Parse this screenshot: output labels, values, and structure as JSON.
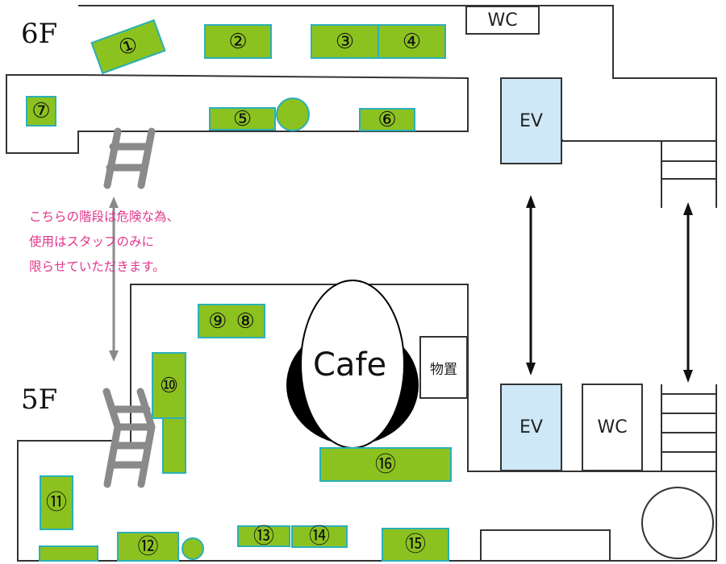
{
  "floors": [
    {
      "label": "6F",
      "booths": [
        {
          "id": "1",
          "number": "①"
        },
        {
          "id": "2",
          "number": "②"
        },
        {
          "id": "3",
          "number": "③"
        },
        {
          "id": "4",
          "number": "④"
        },
        {
          "id": "5",
          "number": "⑤"
        },
        {
          "id": "6",
          "number": "⑥"
        },
        {
          "id": "7",
          "number": "⑦"
        }
      ],
      "rooms": {
        "wc": "WC",
        "ev": "EV"
      }
    },
    {
      "label": "5F",
      "booths": [
        {
          "id": "8",
          "number": "⑧"
        },
        {
          "id": "9",
          "number": "⑨"
        },
        {
          "id": "10",
          "number": "⑩"
        },
        {
          "id": "11",
          "number": "⑪"
        },
        {
          "id": "12",
          "number": "⑫"
        },
        {
          "id": "13",
          "number": "⑬"
        },
        {
          "id": "14",
          "number": "⑭"
        },
        {
          "id": "15",
          "number": "⑮"
        },
        {
          "id": "16",
          "number": "⑯"
        }
      ],
      "rooms": {
        "wc": "WC",
        "ev": "EV",
        "cafe": "Cafe",
        "storage": "物置"
      }
    }
  ],
  "notice": {
    "lines": [
      "こちらの階段は危険な為、",
      "使用はスタッフのみに",
      "限らせていただきます。"
    ]
  },
  "colors": {
    "booth_fill": "#8cc21f",
    "booth_border": "#2ab0b8",
    "elevator_fill": "#cfe8f8",
    "notice_text": "#e0368c",
    "staff_stair": "#8a8a8a",
    "wall": "#333333"
  }
}
